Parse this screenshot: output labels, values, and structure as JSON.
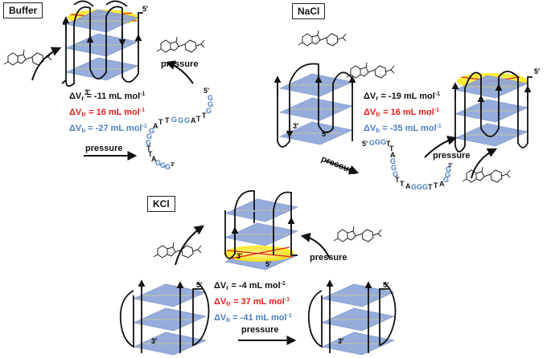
{
  "panels": {
    "buffer": {
      "label": "Buffer",
      "dv_r": "= -11 mL mol",
      "dv_tr": "= 16 mL mol",
      "dv_b": "= -27 mL mol"
    },
    "nacl": {
      "label": "NaCl",
      "dv_r": "= -19 mL mol",
      "dv_tr": "= 16 mL mol",
      "dv_b": "= -35 mL mol"
    },
    "kcl": {
      "label": "KCl",
      "dv_r": "=  -4 mL mol",
      "dv_tr": "= 37 mL mol",
      "dv_b": "= -41 mL mol"
    }
  },
  "common": {
    "delta_v": "ΔV",
    "sub_r": "r",
    "sub_tr": "tr",
    "sub_b": "b",
    "unit_exp": "-1",
    "pressure": "pressure",
    "five_prime": "5'",
    "three_prime": "3'"
  },
  "sequences": {
    "buffer_strand": [
      "5'",
      "G",
      "G",
      "G",
      "T",
      "T",
      "A",
      "G",
      "G",
      "G",
      "T",
      "T",
      "A",
      "G",
      "G",
      "G",
      "T",
      "T",
      "A",
      "G",
      "G",
      "G",
      "3'"
    ],
    "nacl_strand": [
      "5'",
      "G",
      "G",
      "G",
      "T",
      "T",
      "A",
      "G",
      "G",
      "G",
      "T",
      "T",
      "A",
      "G",
      "G",
      "G",
      "T",
      "T",
      "A",
      "G",
      "G",
      "G",
      "3'"
    ]
  },
  "colors": {
    "red": "#e0201c",
    "blue": "#4a7ec3",
    "tetrad": "#8ea6d8",
    "ligand_glow": "#ffe600",
    "black": "#111111"
  }
}
